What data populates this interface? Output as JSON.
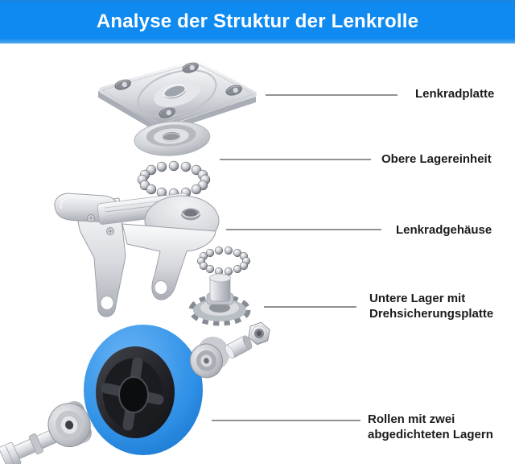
{
  "header": {
    "title": "Analyse der Struktur der Lenkrolle"
  },
  "labels": {
    "plate": {
      "text": "Lenkradplatte"
    },
    "upper_bearing": {
      "text": "Obere Lagereinheit"
    },
    "housing": {
      "text": "Lenkradgehäuse"
    },
    "lower_bearing": {
      "line1": "Untere Lager mit",
      "line2": "Drehsicherungsplatte"
    },
    "wheel": {
      "line1": "Rollen mit zwei",
      "line2": "abgedichteten Lagern"
    }
  },
  "icons": {
    "mounting-plate-icon": "metal top plate with 4 slot holes",
    "bearing-cup-icon": "domed bearing race",
    "ball-ring-icon": "ring of steel balls",
    "caster-housing-icon": "fork housing with brake lever",
    "lock-plate-icon": "toothed anti-rotation plate with kingpin bolt",
    "wheel-icon": "blue polyurethane wheel with dark hub",
    "sealed-bearing-icon": "sealed ball bearing",
    "spacer-icon": "axle spacer sleeve",
    "hex-nut-icon": "hex lock nut",
    "axle-bolt-icon": "axle bolt with bearing"
  },
  "colors": {
    "header_blue": "#0f8af0",
    "title_text": "#ffffff",
    "wheel_blue": "#2b8fe4",
    "hub_black": "#1b1c20",
    "metal_silver": "#c7cad0",
    "label_text": "#1b1b1b",
    "leader_line": "#6f6f6f"
  }
}
